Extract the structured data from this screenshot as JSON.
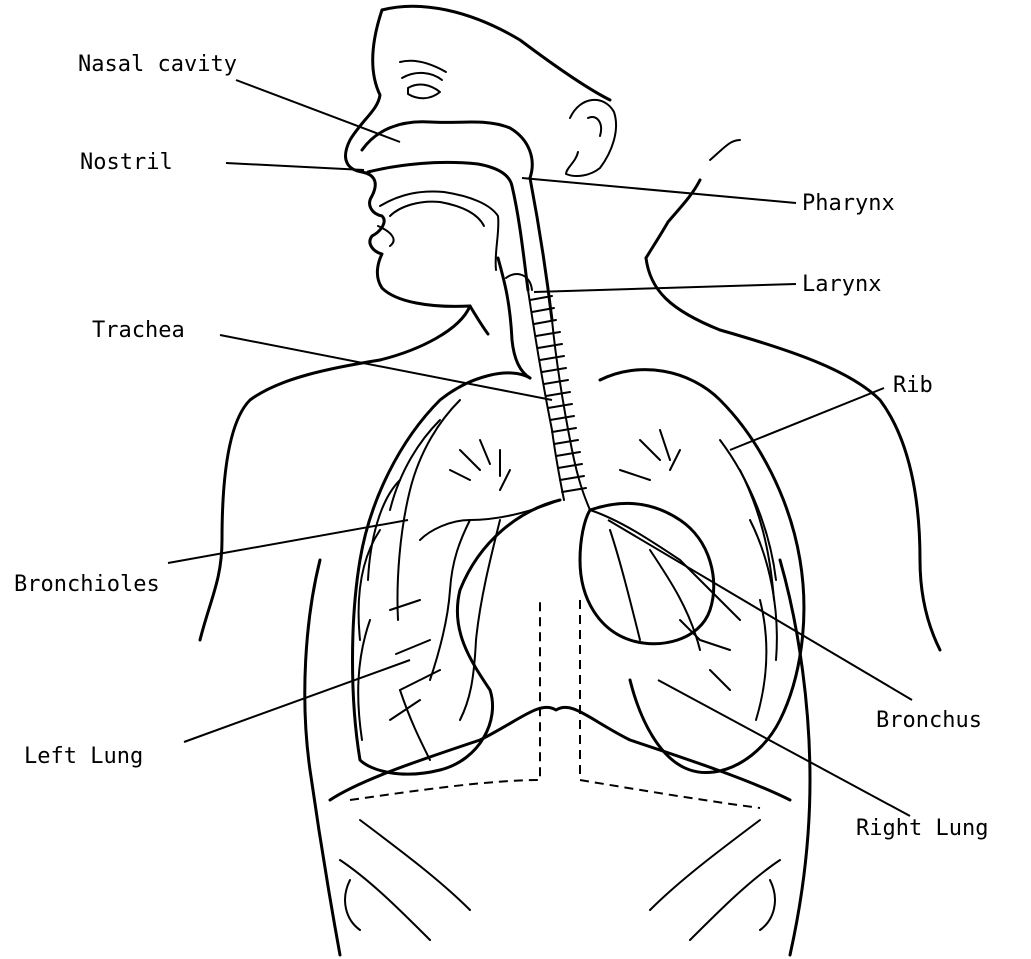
{
  "labels": {
    "nasal_cavity": "Nasal cavity",
    "nostril": "Nostril",
    "pharynx": "Pharynx",
    "larynx": "Larynx",
    "trachea": "Trachea",
    "rib": "Rib",
    "bronchioles": "Bronchioles",
    "bronchus": "Bronchus",
    "left_lung": "Left Lung",
    "right_lung": "Right Lung"
  },
  "colors": {
    "ink": "#000000",
    "background": "#ffffff"
  }
}
